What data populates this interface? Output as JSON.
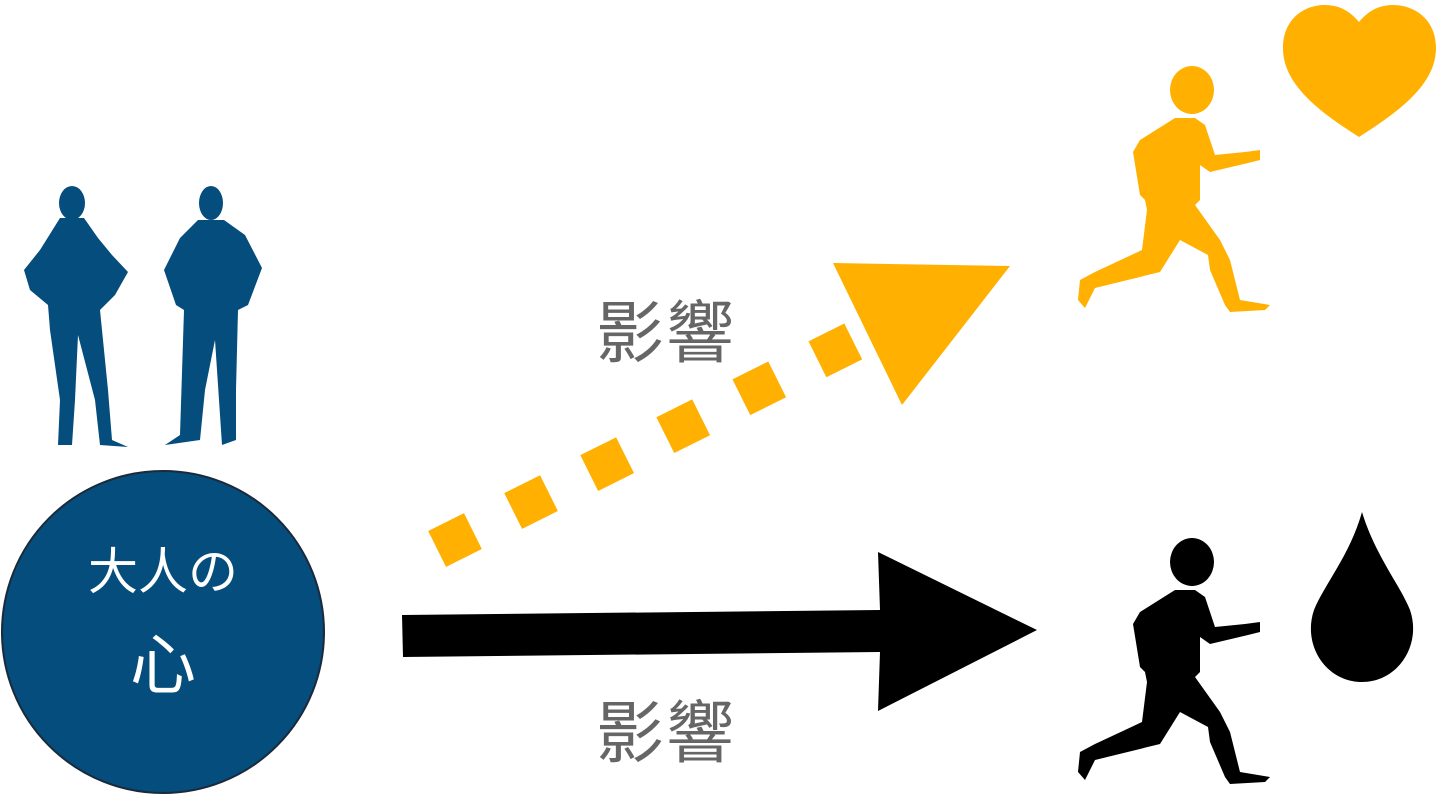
{
  "circle": {
    "line1": "大人の",
    "line2": "心"
  },
  "labels": {
    "top": "影響",
    "bottom": "影響"
  },
  "colors": {
    "adult_blue": "#044D7D",
    "positive_orange": "#FFB000",
    "negative_black": "#000000",
    "label_gray": "#666666"
  },
  "icons": [
    "adult-woman-icon",
    "adult-man-icon",
    "running-child-icon",
    "heart-icon",
    "drop-icon"
  ]
}
